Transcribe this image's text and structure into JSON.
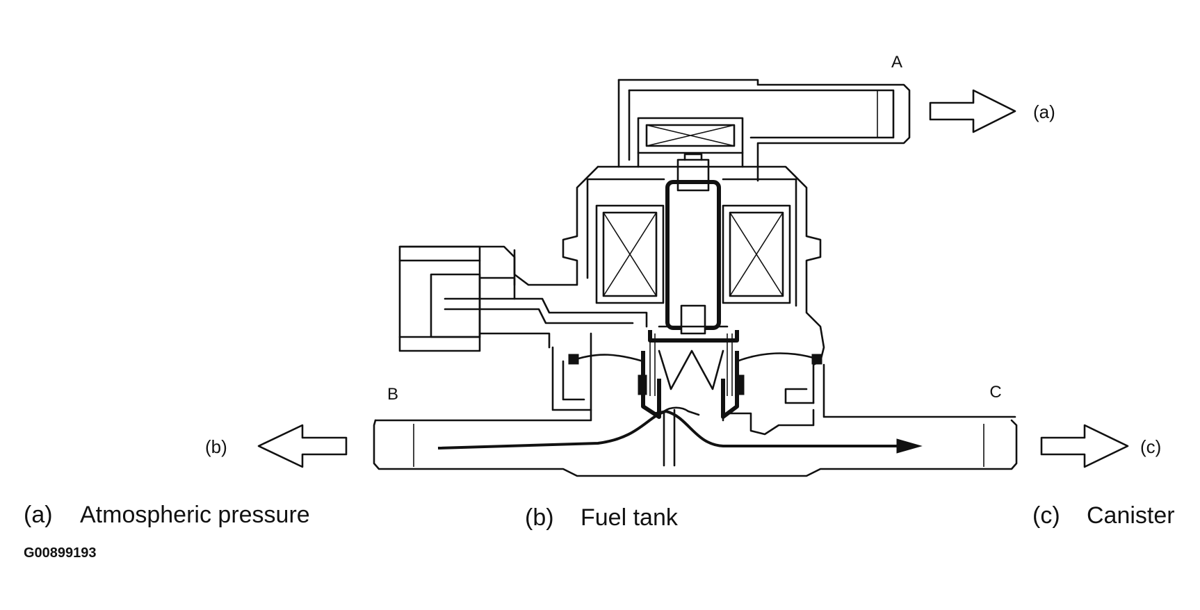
{
  "ports": {
    "a": "A",
    "b": "B",
    "c": "C"
  },
  "flows": {
    "a": "(a)",
    "b": "(b)",
    "c": "(c)"
  },
  "legend": [
    {
      "key": "(a)",
      "label": "Atmospheric pressure"
    },
    {
      "key": "(b)",
      "label": "Fuel tank"
    },
    {
      "key": "(c)",
      "label": "Canister"
    }
  ],
  "figure_code": "G00899193",
  "colors": {
    "line": "#111111",
    "background": "#ffffff"
  }
}
